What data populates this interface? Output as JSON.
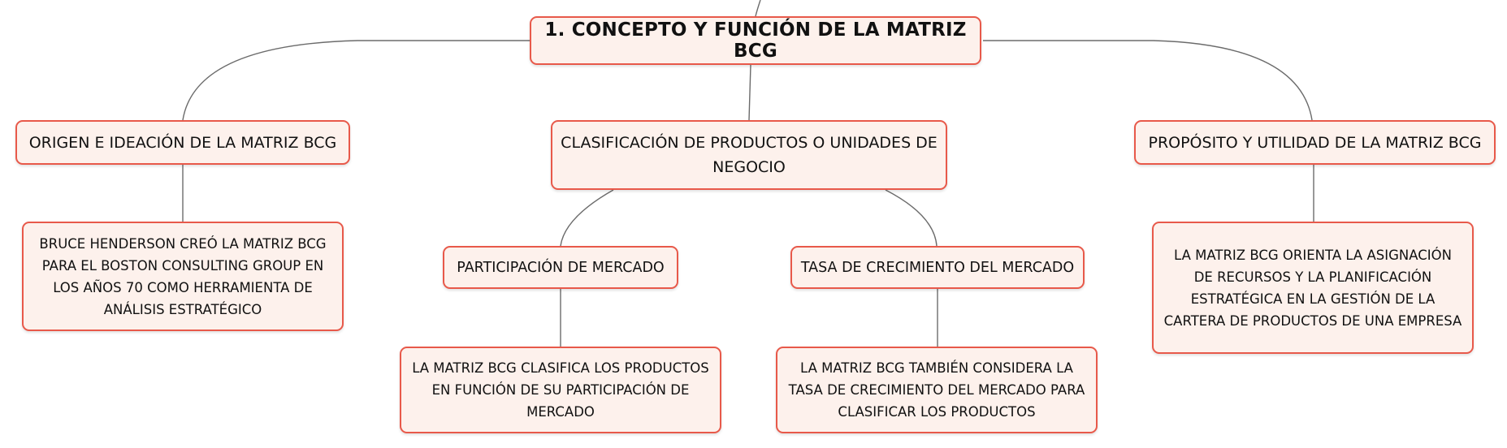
{
  "colors": {
    "node_fill": "#fdf1ec",
    "node_border": "#e8594a",
    "connector": "#6b6b6b"
  },
  "root": {
    "label": "1. CONCEPTO Y FUNCIÓN DE LA MATRIZ BCG"
  },
  "branches": {
    "origin": {
      "label": "ORIGEN E IDEACIÓN DE LA MATRIZ BCG",
      "detail": "BRUCE HENDERSON CREÓ LA MATRIZ BCG PARA EL BOSTON CONSULTING GROUP EN LOS AÑOS 70 COMO HERRAMIENTA DE ANÁLISIS ESTRATÉGICO"
    },
    "classification": {
      "label": "CLASIFICACIÓN DE PRODUCTOS O UNIDADES DE NEGOCIO",
      "market_share": {
        "label": "PARTICIPACIÓN DE MERCADO",
        "detail": "LA MATRIZ BCG CLASIFICA LOS PRODUCTOS EN FUNCIÓN DE SU PARTICIPACIÓN DE MERCADO"
      },
      "growth_rate": {
        "label": "TASA DE CRECIMIENTO DEL MERCADO",
        "detail": "LA MATRIZ BCG TAMBIÉN CONSIDERA LA TASA DE CRECIMIENTO DEL MERCADO PARA CLASIFICAR LOS PRODUCTOS"
      }
    },
    "purpose": {
      "label": "PROPÓSITO Y UTILIDAD DE LA MATRIZ BCG",
      "detail": "LA MATRIZ BCG ORIENTA LA ASIGNACIÓN DE RECURSOS Y LA PLANIFICACIÓN ESTRATÉGICA EN LA GESTIÓN DE LA CARTERA DE PRODUCTOS DE UNA EMPRESA"
    }
  }
}
